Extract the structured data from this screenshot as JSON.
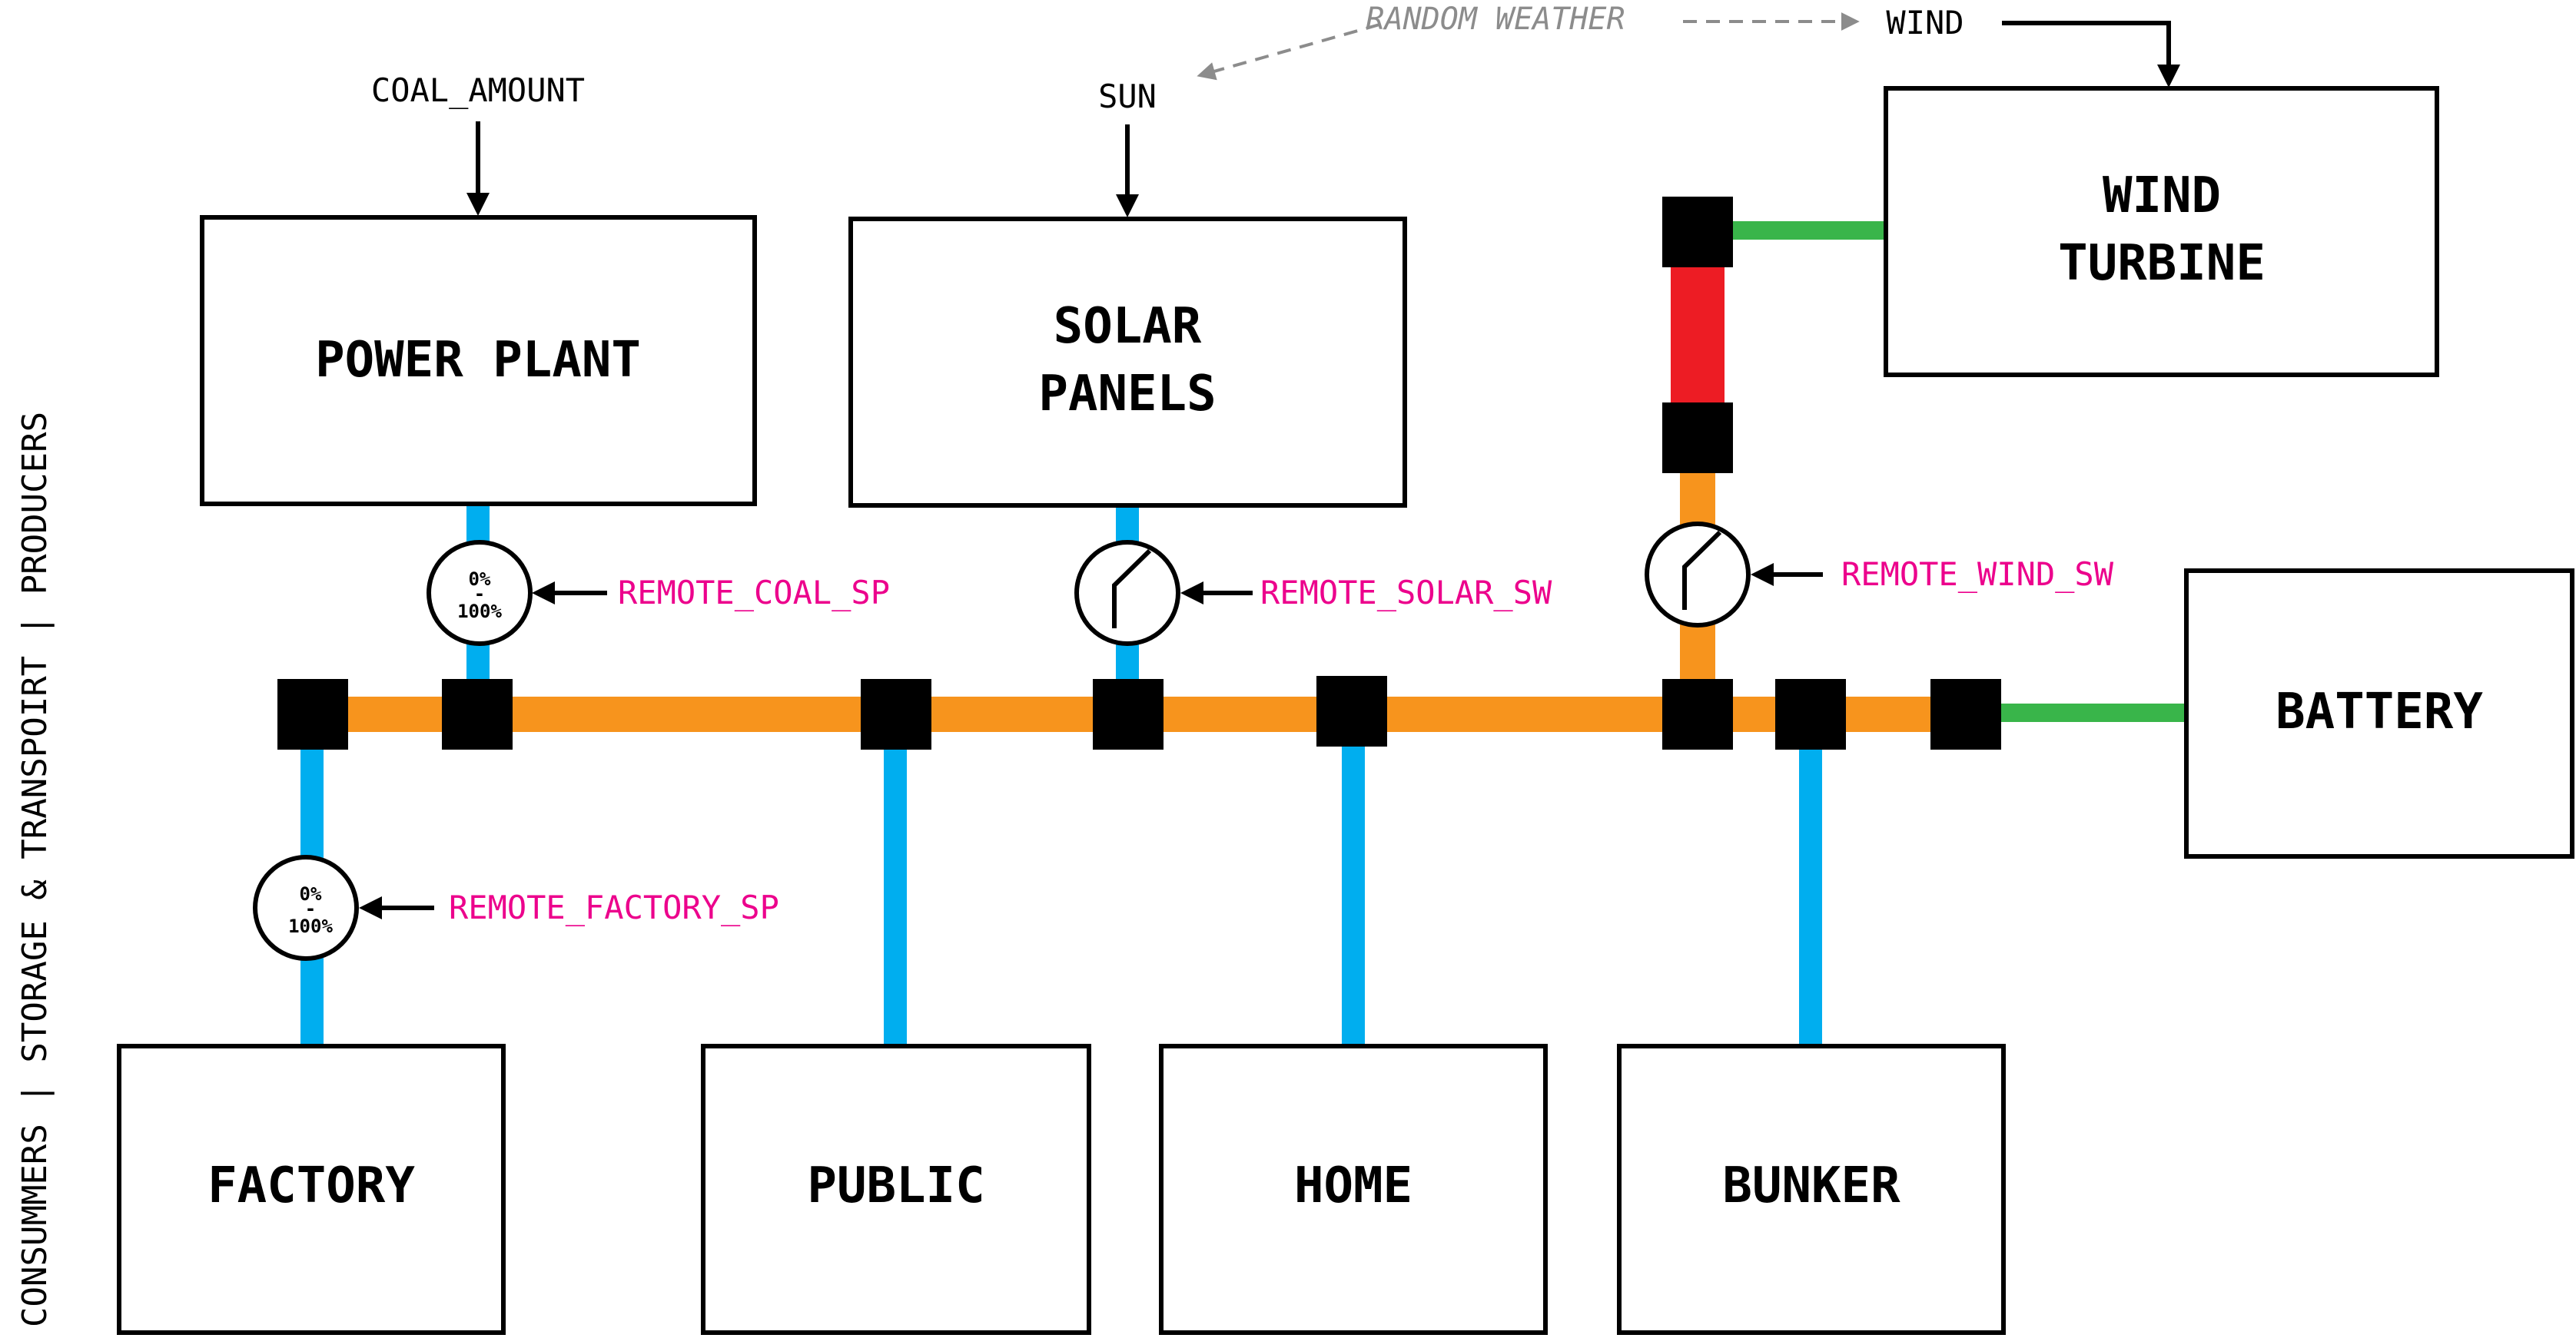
{
  "colors": {
    "bus": "#f7941d",
    "feeder": "#00aeef",
    "battery_link": "#39b54a",
    "fault": "#ed1c24",
    "remote": "#ec008c",
    "weather": "#8c8c8c"
  },
  "side_label": "CONSUMMERS  |  STORAGE & TRANSPOIRT  |  PRODUCERS",
  "producers": {
    "power_plant": "POWER PLANT",
    "solar_line1": "SOLAR",
    "solar_line2": "PANELS",
    "wind_line1": "WIND",
    "wind_line2": "TURBINE"
  },
  "storage": {
    "battery": "BATTERY"
  },
  "consumers": {
    "factory": "FACTORY",
    "public": "PUBLIC",
    "home": "HOME",
    "bunker": "BUNKER"
  },
  "inputs": {
    "coal_amount": "COAL_AMOUNT",
    "sun": "SUN",
    "wind": "WIND",
    "random_weather": "RANDOM WEATHER"
  },
  "remotes": {
    "coal_sp": "REMOTE_COAL_SP",
    "solar_sw": "REMOTE_SOLAR_SW",
    "wind_sw": "REMOTE_WIND_SW",
    "factory_sp": "REMOTE_FACTORY_SP"
  },
  "dials": {
    "min": "0%",
    "sep": "-",
    "max": "100%"
  },
  "icons": {
    "setpoint": "setpoint-dial-icon",
    "switch": "switch-open-icon",
    "node": "junction-node-icon"
  }
}
